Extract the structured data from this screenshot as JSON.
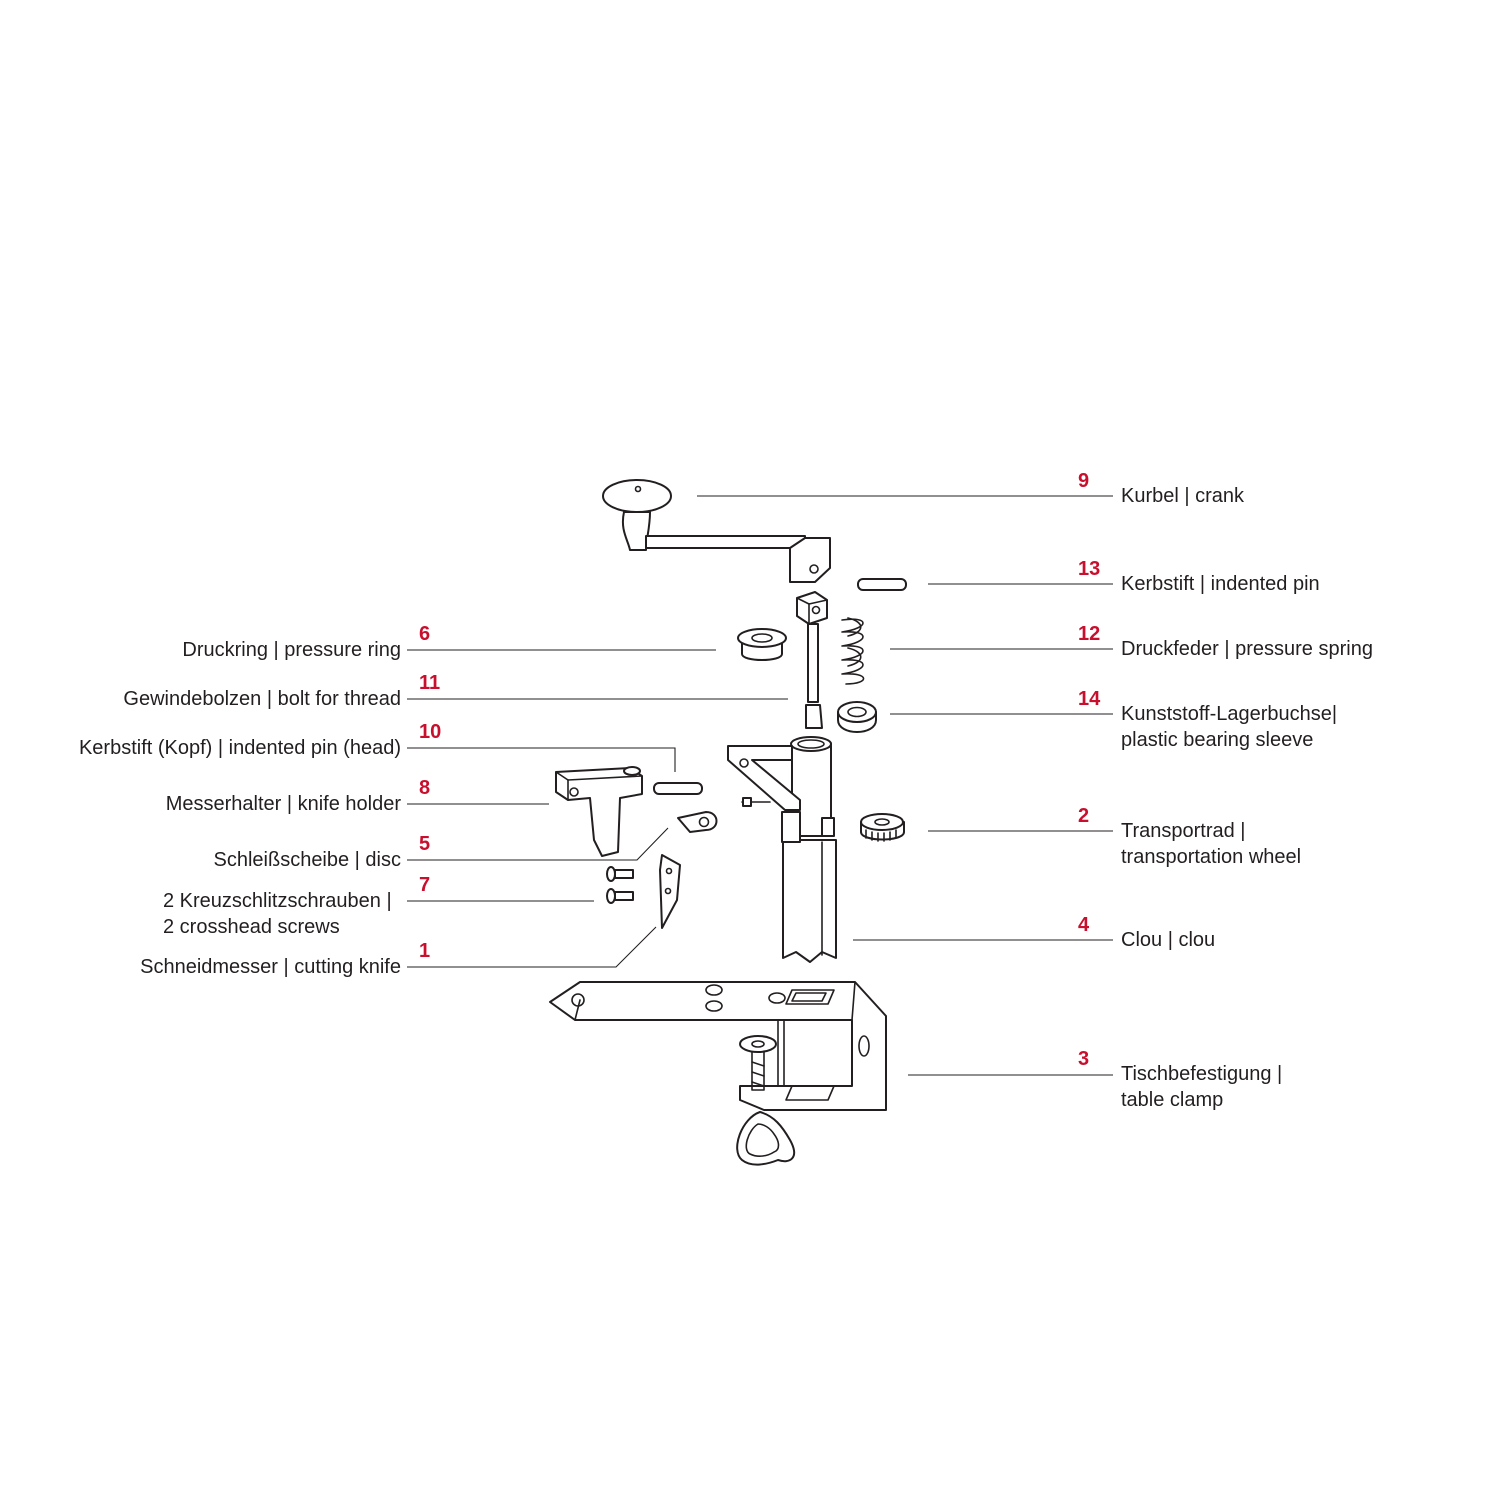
{
  "parts": [
    {
      "number": "9",
      "label": "Kurbel | crank"
    },
    {
      "number": "13",
      "label": "Kerbstift | indented pin"
    },
    {
      "number": "12",
      "label": "Druckfeder | pressure spring"
    },
    {
      "number": "14",
      "label_line1": "Kunststoff-Lagerbuchse|",
      "label_line2": "plastic bearing sleeve"
    },
    {
      "number": "2",
      "label_line1": "Transportrad |",
      "label_line2": "transportation wheel"
    },
    {
      "number": "4",
      "label": "Clou | clou"
    },
    {
      "number": "3",
      "label_line1": "Tischbefestigung |",
      "label_line2": "table clamp"
    },
    {
      "number": "6",
      "label": "Druckring | pressure ring"
    },
    {
      "number": "11",
      "label": "Gewindebolzen | bolt for thread"
    },
    {
      "number": "10",
      "label": "Kerbstift (Kopf) | indented pin (head)"
    },
    {
      "number": "8",
      "label": "Messerhalter | knife holder"
    },
    {
      "number": "5",
      "label": "Schleißscheibe | disc"
    },
    {
      "number": "7",
      "label_line1": "2 Kreuzschlitzschrauben |",
      "label_line2": "2 crosshead screws"
    },
    {
      "number": "1",
      "label": "Schneidmesser | cutting knife"
    }
  ]
}
